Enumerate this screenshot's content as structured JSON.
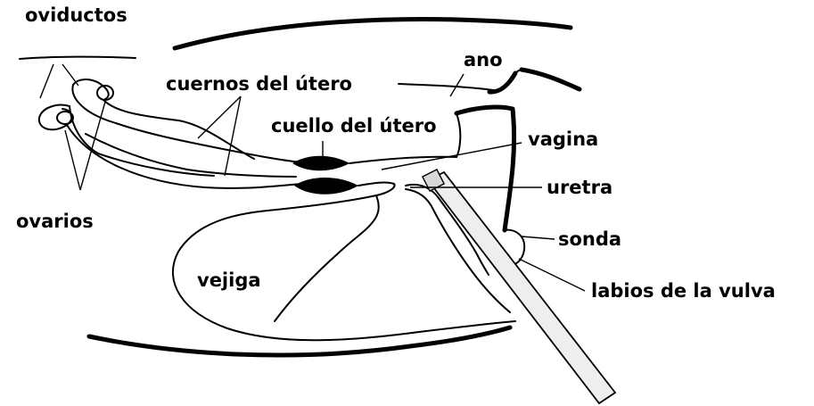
{
  "labels": {
    "oviducts": "oviductos",
    "uterine_horns": "cuernos del útero",
    "anus": "ano",
    "cervix": "cuello del útero",
    "vagina": "vagina",
    "urethra": "uretra",
    "ovaries": "ovarios",
    "probe": "sonda",
    "bladder": "vejiga",
    "vulva_lips": "labios de la vulva"
  }
}
